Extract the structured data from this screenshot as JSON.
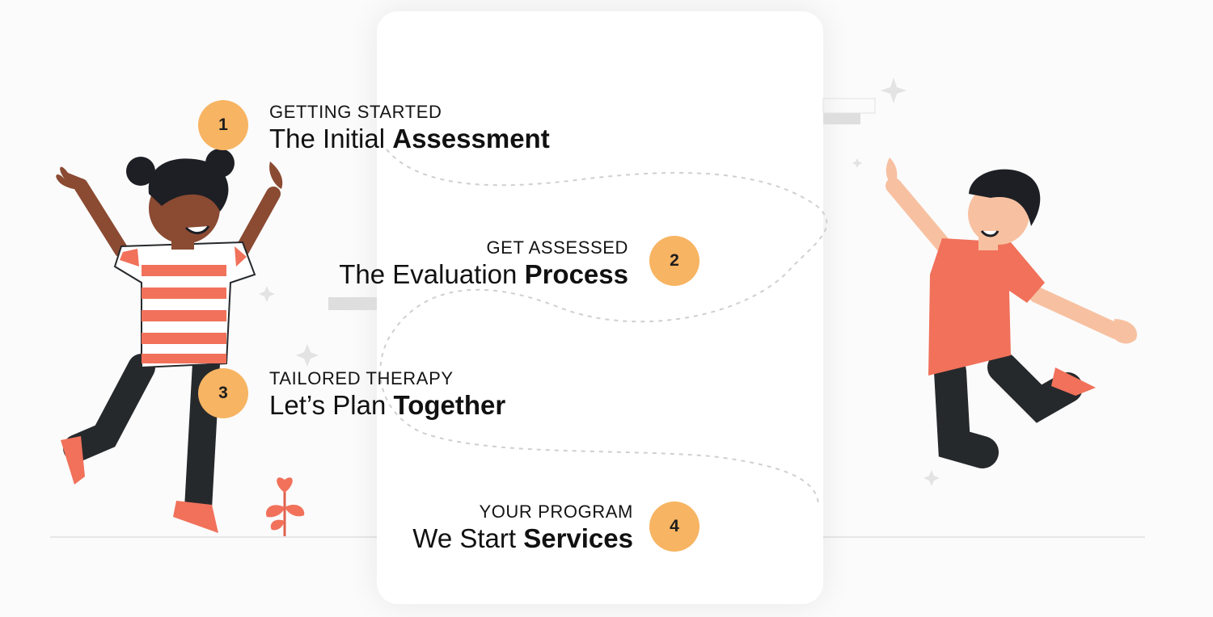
{
  "steps": [
    {
      "number": "1",
      "eyebrow": "GETTING STARTED",
      "title_light": "The Initial",
      "title_bold": "Assessment"
    },
    {
      "number": "2",
      "eyebrow": "GET ASSESSED",
      "title_light": "The Evaluation",
      "title_bold": "Process"
    },
    {
      "number": "3",
      "eyebrow": "TAILORED THERAPY",
      "title_light": "Let’s Plan",
      "title_bold": "Together"
    },
    {
      "number": "4",
      "eyebrow": "YOUR PROGRAM",
      "title_light": "We Start",
      "title_bold": "Services"
    }
  ],
  "colors": {
    "badge": "#f7b462",
    "accent_coral": "#f1715a",
    "card": "#ffffff",
    "background": "#fbfbfb",
    "path_dash": "#cfcfcf"
  },
  "icons": {
    "left_illustration": "girl-jumping-illustration",
    "right_illustration": "boy-jumping-illustration",
    "plant": "plant-icon",
    "sparkle": "sparkle-icon"
  }
}
